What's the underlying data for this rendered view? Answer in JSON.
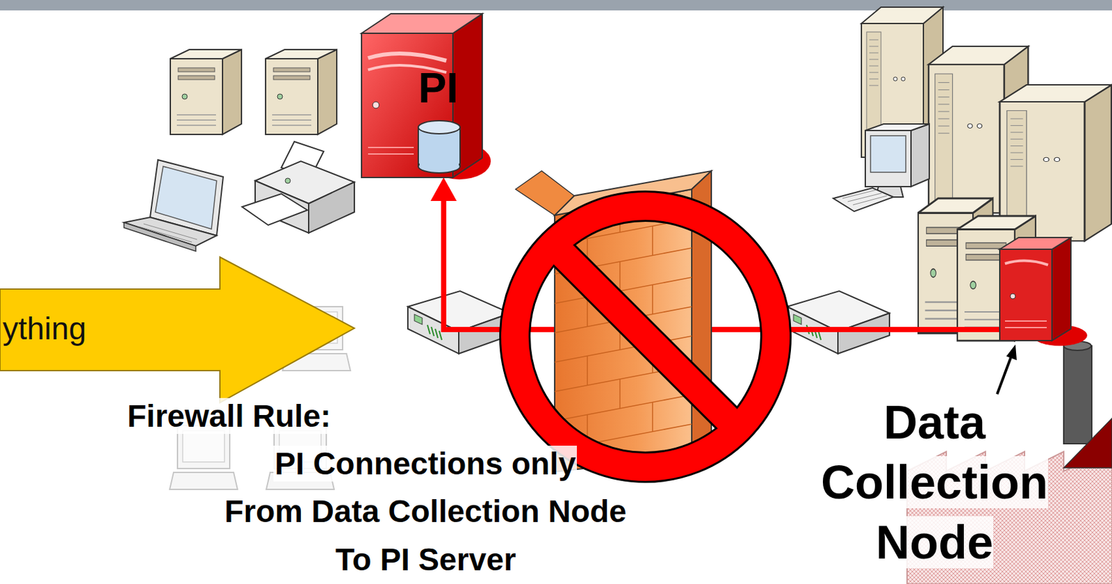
{
  "diagram": {
    "nodes": [
      {
        "text": [
          "PI"
        ]
      },
      {
        "text": [
          "ything"
        ]
      },
      {
        "text": [
          "Data Collection Node"
        ]
      }
    ],
    "edges": [
      {
        "from": 2,
        "to": 0,
        "arrow": "to"
      }
    ],
    "labels": [
      "Firewall Rule:",
      "PI Connections only",
      "From Data Collection Node",
      "To PI Server"
    ]
  }
}
